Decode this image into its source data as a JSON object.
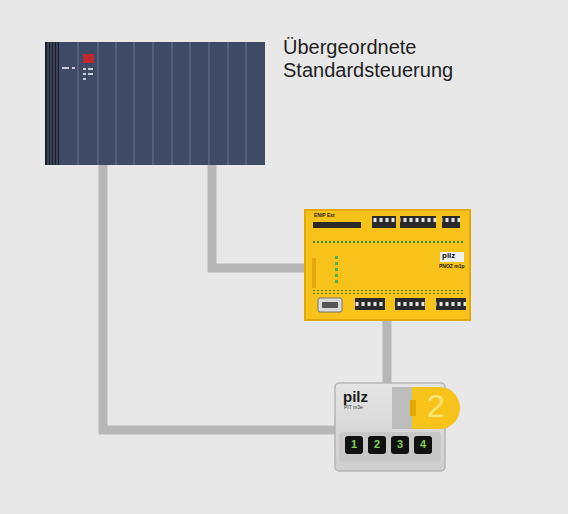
{
  "diagram": {
    "nodes": [
      {
        "text": [
          "Übergeordnete Standardsteuerung"
        ]
      },
      {
        "text": [
          "pilz",
          "PNOZ m1p"
        ]
      },
      {
        "text": [
          "pilz",
          "PIT m3e"
        ]
      },
      {
        "text": [
          "2"
        ],
        "in": 2
      },
      {
        "text": [
          "1"
        ],
        "in": 2
      },
      {
        "text": [
          "2"
        ],
        "in": 2
      },
      {
        "text": [
          "3"
        ],
        "in": 2
      },
      {
        "text": [
          "4"
        ],
        "in": 2
      }
    ],
    "edges": [
      {
        "from": 0,
        "to": 1,
        "arrow": "none"
      },
      {
        "from": 0,
        "to": 2,
        "arrow": "none"
      },
      {
        "from": 1,
        "to": 2,
        "arrow": "none"
      }
    ],
    "labels": [
      "ENIP Ext"
    ]
  }
}
